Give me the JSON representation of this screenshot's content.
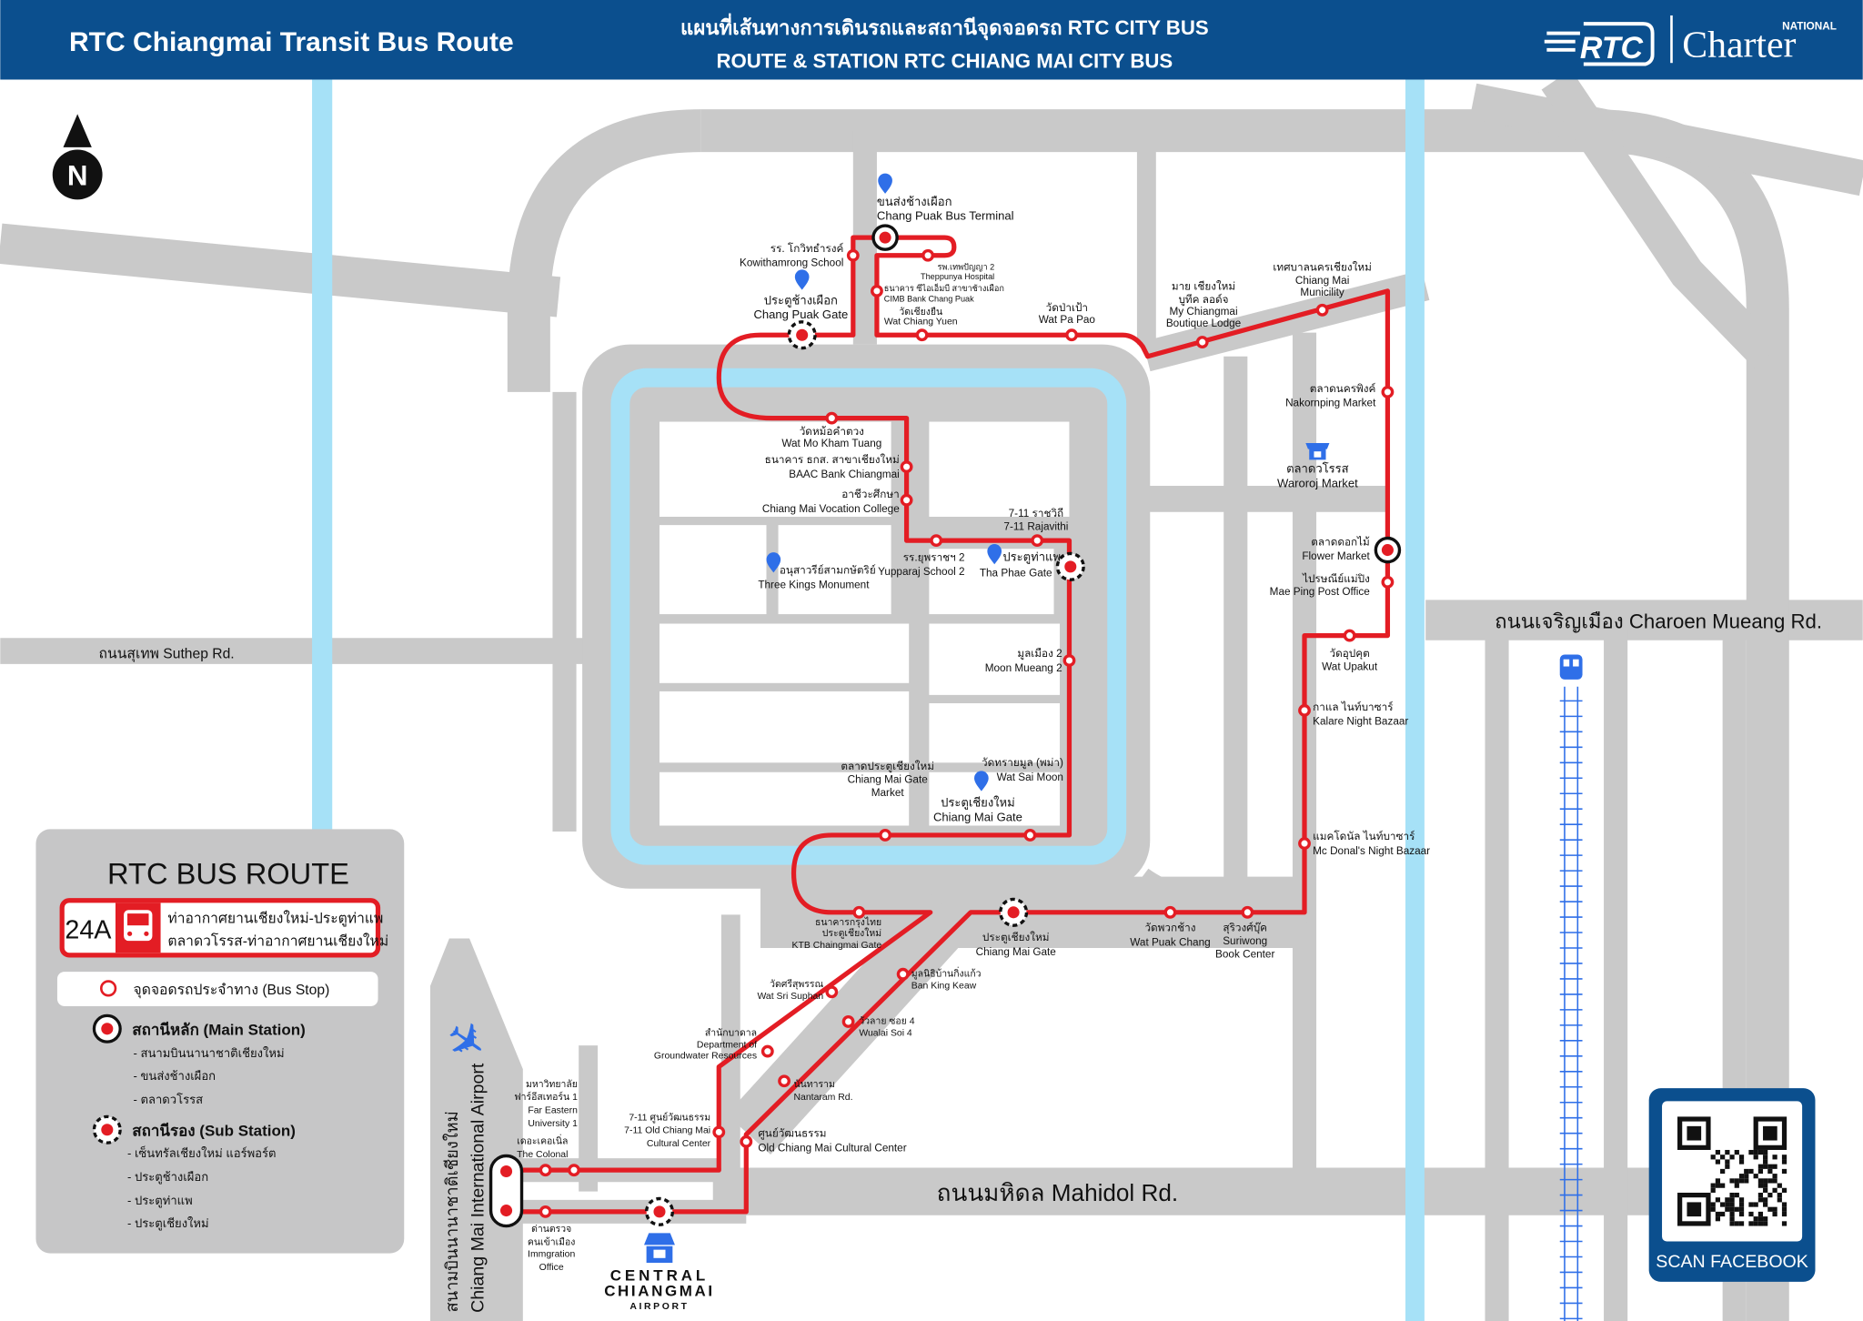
{
  "header": {
    "title": "RTC Chiangmai Transit Bus Route",
    "subtitle_th": "แผนที่เส้นทางการเดินรถและสถานีจุดจอดรถ RTC CITY BUS",
    "subtitle_en": "ROUTE & STATION RTC CHIANG MAI CITY BUS",
    "logo_rtc": "RTC",
    "logo_national": "NATIONAL",
    "logo_charter": "Charter"
  },
  "colors": {
    "header": "#0b4f8e",
    "route": "#e31d24",
    "road": "#c9c9c9",
    "water": "#a6e1f7",
    "accent_blue": "#2f6fe8"
  },
  "compass": {
    "label": "N"
  },
  "roads": {
    "suthep": "ถนนสุเทพ Suthep Rd.",
    "charoen_mueang": "ถนนเจริญเมือง Charoen Mueang Rd.",
    "mahidol": "ถนนมหิดล Mahidol Rd."
  },
  "airport": {
    "th": "สนามบินนานาชาติเชียงใหม่",
    "en": "Chiang Mai International Airport"
  },
  "central": {
    "line1": "CENTRAL",
    "line2": "CHIANGMAI",
    "line3": "AIRPORT"
  },
  "stops": {
    "chang_puak_terminal": {
      "th": "ขนส่งช้างเผือก",
      "en": "Chang Puak Bus Terminal"
    },
    "kowithamrong": {
      "th": "รร. โกวิทธำรงค์",
      "en": "Kowithamrong School"
    },
    "chang_puak_gate": {
      "th": "ประตูช้างเผือก",
      "en": "Chang Puak Gate"
    },
    "theppunya": {
      "th": "รพ.เทพปัญญา 2",
      "en": "Theppunya Hospital"
    },
    "cimb": {
      "th": "ธนาคาร ซีไอเอ็มบี สาขาช้างเผือก",
      "en": "CIMB Bank Chang Puak"
    },
    "wat_chiang_yuen": {
      "th": "วัดเชียงยืน",
      "en": "Wat Chiang Yuen"
    },
    "wat_pa_pao": {
      "th": "วัดป่าเป้า",
      "en": "Wat Pa Pao"
    },
    "boutique": {
      "th1": "มาย เชียงใหม่",
      "th2": "บูทีค ลอด์จ",
      "en1": "My Chiangmai",
      "en2": "Boutique Lodge"
    },
    "municipality": {
      "th": "เทศบาลนครเชียงใหม่",
      "en1": "Chiang Mai",
      "en2": "Municility"
    },
    "nakornping": {
      "th": "ตลาดนครพิงค์",
      "en": "Nakornping Market"
    },
    "waroroj": {
      "th": "ตลาดวโรรส",
      "en": "Waroroj Market"
    },
    "flower_market": {
      "th": "ตลาดดอกไม้",
      "en": "Flower Market"
    },
    "post_office": {
      "th": "ไปรษณีย์แม่ปิง",
      "en": "Mae Ping Post Office"
    },
    "wat_upakut": {
      "th": "วัดอุปคุต",
      "en": "Wat Upakut"
    },
    "kalare": {
      "th": "กาแล ไนท์บาซาร์",
      "en": "Kalare Night Bazaar"
    },
    "mcdonal": {
      "th": "แมคโดนัล ไนท์บาซาร์",
      "en": "Mc Donal's Night Bazaar"
    },
    "suriwong": {
      "th": "สุริวงศ์บุ๊ค",
      "en1": "Suriwong",
      "en2": "Book Center"
    },
    "wat_puak_chang": {
      "th": "วัดพวกช้าง",
      "en": "Wat Puak Chang"
    },
    "chiang_mai_gate_south": {
      "th": "ประตูเชียงใหม่",
      "en": "Chiang Mai Gate"
    },
    "ktb": {
      "th1": "ธนาคารกรุงไทย",
      "th2": "ประตูเชียงใหม่",
      "en": "KTB Chaingmai Gate"
    },
    "ban_king_keaw": {
      "th": "มูลนิธิบ้านกิ่งแก้ว",
      "en": "Ban King Keaw"
    },
    "wat_sri_suphan": {
      "th": "วัดศรีสุพรรณ",
      "en": "Wat Sri Suphan"
    },
    "wualai": {
      "th": "วัวลาย ซอย 4",
      "en": "Wualai Soi 4"
    },
    "groundwater": {
      "th": "สำนักบาดาล",
      "en1": "Department of",
      "en2": "Groundwater Resources"
    },
    "nantaram": {
      "th": "นันทาราม",
      "en": "Nantaram Rd."
    },
    "seven_old_cm": {
      "th": "7-11 ศูนย์วัฒนธรรม",
      "en1": "7-11 Old Chiang Mai",
      "en2": "Cultural Center"
    },
    "old_cm_cultural": {
      "th": "ศูนย์วัฒนธรรม",
      "en": "Old Chiang Mai Cultural Center"
    },
    "far_eastern": {
      "th1": "มหาวิทยาลัย",
      "th2": "ฟาร์อีสเทอร์น 1",
      "en1": "Far Eastern",
      "en2": "University 1"
    },
    "colonal": {
      "th": "เดอะเคอเนิ่ล",
      "en": "The Colonal"
    },
    "immigration": {
      "th1": "ด่านตรวจ",
      "th2": "คนเข้าเมือง",
      "en1": "Immgration",
      "en2": "Office"
    },
    "wat_mo_kham_tuang": {
      "th": "วัดหม้อคำตวง",
      "en": "Wat Mo Kham Tuang"
    },
    "baac": {
      "th": "ธนาคาร ธกส. สาขาเชียงใหม่",
      "en": "BAAC Bank Chiangmai"
    },
    "vocation": {
      "th": "อาชีวะศึกษา",
      "en": "Chiang Mai Vocation College"
    },
    "rajavithi": {
      "th": "7-11 ราชวิถี",
      "en": "7-11 Rajavithi"
    },
    "yupparaj": {
      "th": "รร.ยุพราชฯ 2",
      "en": "Yupparaj School 2"
    },
    "tha_phae": {
      "th": "ประตูท่าแพ",
      "en": "Tha Phae Gate"
    },
    "three_kings": {
      "th": "อนุสาวรีย์สามกษัตริย์",
      "en": "Three Kings Monument"
    },
    "moon_mueang": {
      "th": "มูลเมือง 2",
      "en": "Moon Mueang 2"
    },
    "wat_sai_moon": {
      "th": "วัดทรายมูล (พม่า)",
      "en": "Wat Sai Moon"
    },
    "cm_gate_market": {
      "th": "ตลาดประตูเชียงใหม่",
      "en1": "Chiang Mai Gate",
      "en2": "Market"
    },
    "cm_gate_pin": {
      "th": "ประตูเชียงใหม่",
      "en": "Chiang Mai Gate"
    }
  },
  "legend": {
    "title": "RTC BUS ROUTE",
    "route_number": "24A",
    "route_line1": "ท่าอากาศยานเชียงใหม่-ประตูท่าแพ",
    "route_line2": "ตลาดวโรรส-ท่าอากาศยานเชียงใหม่",
    "bus_stop": "จุดจอดรถประจำทาง (Bus Stop)",
    "main_station": "สถานีหลัก (Main Station)",
    "main_items": [
      "- สนามบินนานาชาติเชียงใหม่",
      "- ขนส่งช้างเผือก",
      "- ตลาดวโรรส"
    ],
    "sub_station": "สถานีรอง (Sub Station)",
    "sub_items": [
      "- เซ็นทรัลเชียงใหม่ แอร์พอร์ต",
      "- ประตูช้างเผือก",
      "- ประตูท่าแพ",
      "- ประตูเชียงใหม่"
    ]
  },
  "qr": {
    "label": "SCAN FACEBOOK"
  }
}
